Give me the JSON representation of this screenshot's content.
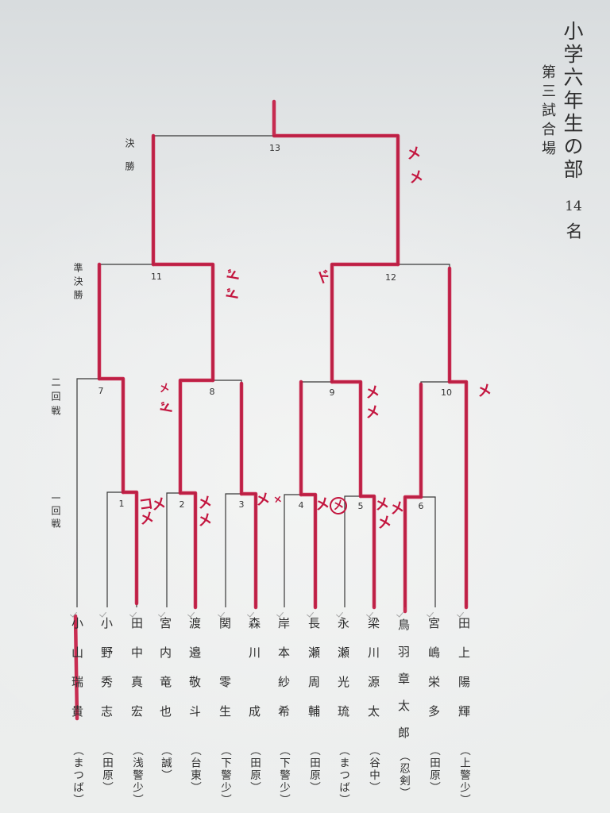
{
  "title": {
    "division": "小学六年生の部",
    "count": "14",
    "count_unit": "名",
    "venue": "第三試合場"
  },
  "rounds": {
    "final": "決勝",
    "semifinal": "準決勝",
    "second": "二回戦",
    "first": "一回戦"
  },
  "matches": {
    "m1": {
      "no": "1",
      "winner": 1
    },
    "m2": {
      "no": "2",
      "winner": 1
    },
    "m3": {
      "no": "3",
      "winner": 1
    },
    "m4": {
      "no": "4",
      "winner": 1
    },
    "m5": {
      "no": "5",
      "winner": 1
    },
    "m6": {
      "no": "6",
      "winner": 0
    },
    "m7": {
      "no": "7",
      "winner": 1
    },
    "m8": {
      "no": "8",
      "winner": 0
    },
    "m9": {
      "no": "9",
      "winner": 1
    },
    "m10": {
      "no": "10",
      "winner": 1
    },
    "m11": {
      "no": "11",
      "winner": 1
    },
    "m12": {
      "no": "12",
      "winner": 0
    },
    "m13": {
      "no": "13",
      "winner": 1
    }
  },
  "players": [
    {
      "name": "小山瑞貴",
      "team": "（まつば）"
    },
    {
      "name": "小野秀志",
      "team": "（田原）"
    },
    {
      "name": "田中真宏",
      "team": "（浅警少）"
    },
    {
      "name": "宮内竜也",
      "team": "（誠）"
    },
    {
      "name": "渡邉敬斗",
      "team": "（台東）"
    },
    {
      "name": "関　零生",
      "team": "（下警少）"
    },
    {
      "name": "森川　成",
      "team": "（田原）"
    },
    {
      "name": "岸本紗希",
      "team": "（下警少）"
    },
    {
      "name": "長瀬周輔",
      "team": "（田原）"
    },
    {
      "name": "永瀬光琉",
      "team": "（まつば）"
    },
    {
      "name": "梁川源太",
      "team": "（谷中）"
    },
    {
      "name": "鳥羽章太郎",
      "team": "（忍剣）"
    },
    {
      "name": "宮嶋栄多",
      "team": "（田原）"
    },
    {
      "name": "田上陽輝",
      "team": "（上警少）"
    }
  ],
  "marks": {
    "m13_right": [
      "メ",
      "メ"
    ],
    "m11_right": [
      "ド",
      "ド"
    ],
    "m12_left": [
      "ド"
    ],
    "m8_left": [
      "メ",
      "ド"
    ],
    "m9_right": [
      "メ",
      "メ"
    ],
    "m10_right": [
      "メ"
    ],
    "m1_right": [
      "コ",
      "メ",
      "メ"
    ],
    "m2_right": [
      "メ",
      "メ"
    ],
    "m3_right": [
      "メ"
    ],
    "m4_left": [
      "×"
    ],
    "m4_right": [
      "メ"
    ],
    "m5_left": [
      "メ"
    ],
    "m5_right": [
      "メ",
      "メ"
    ],
    "m6_left": [
      "メ"
    ]
  },
  "colors": {
    "ink": "#2e2e2e",
    "red_pen": "#c3163f"
  }
}
